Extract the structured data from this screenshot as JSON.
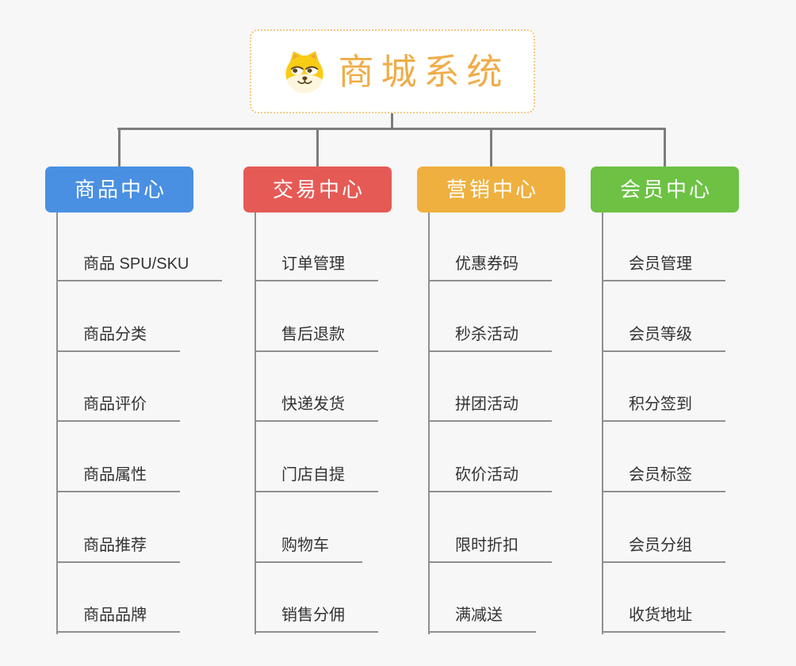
{
  "theme": {
    "page_bg": "#f7f7f7",
    "connector_line": "#7d7d7d",
    "child_line": "#8f8f8f",
    "child_text": "#333333",
    "root_text": "#efad48",
    "root_border": "#f3c97f",
    "root_bg": "#ffffff"
  },
  "root": {
    "title": "商城系统",
    "icon": "dog-face-icon"
  },
  "branches": [
    {
      "label": "商品中心",
      "color": "#4a90e2",
      "children": [
        "商品 SPU/SKU",
        "商品分类",
        "商品评价",
        "商品属性",
        "商品推荐",
        "商品品牌"
      ]
    },
    {
      "label": "交易中心",
      "color": "#e65a55",
      "children": [
        "订单管理",
        "售后退款",
        "快递发货",
        "门店自提",
        "购物车",
        "销售分佣"
      ]
    },
    {
      "label": "营销中心",
      "color": "#efb03f",
      "children": [
        "优惠券码",
        "秒杀活动",
        "拼团活动",
        "砍价活动",
        "限时折扣",
        "满减送"
      ]
    },
    {
      "label": "会员中心",
      "color": "#6dc244",
      "children": [
        "会员管理",
        "会员等级",
        "积分签到",
        "会员标签",
        "会员分组",
        "收货地址"
      ]
    }
  ]
}
